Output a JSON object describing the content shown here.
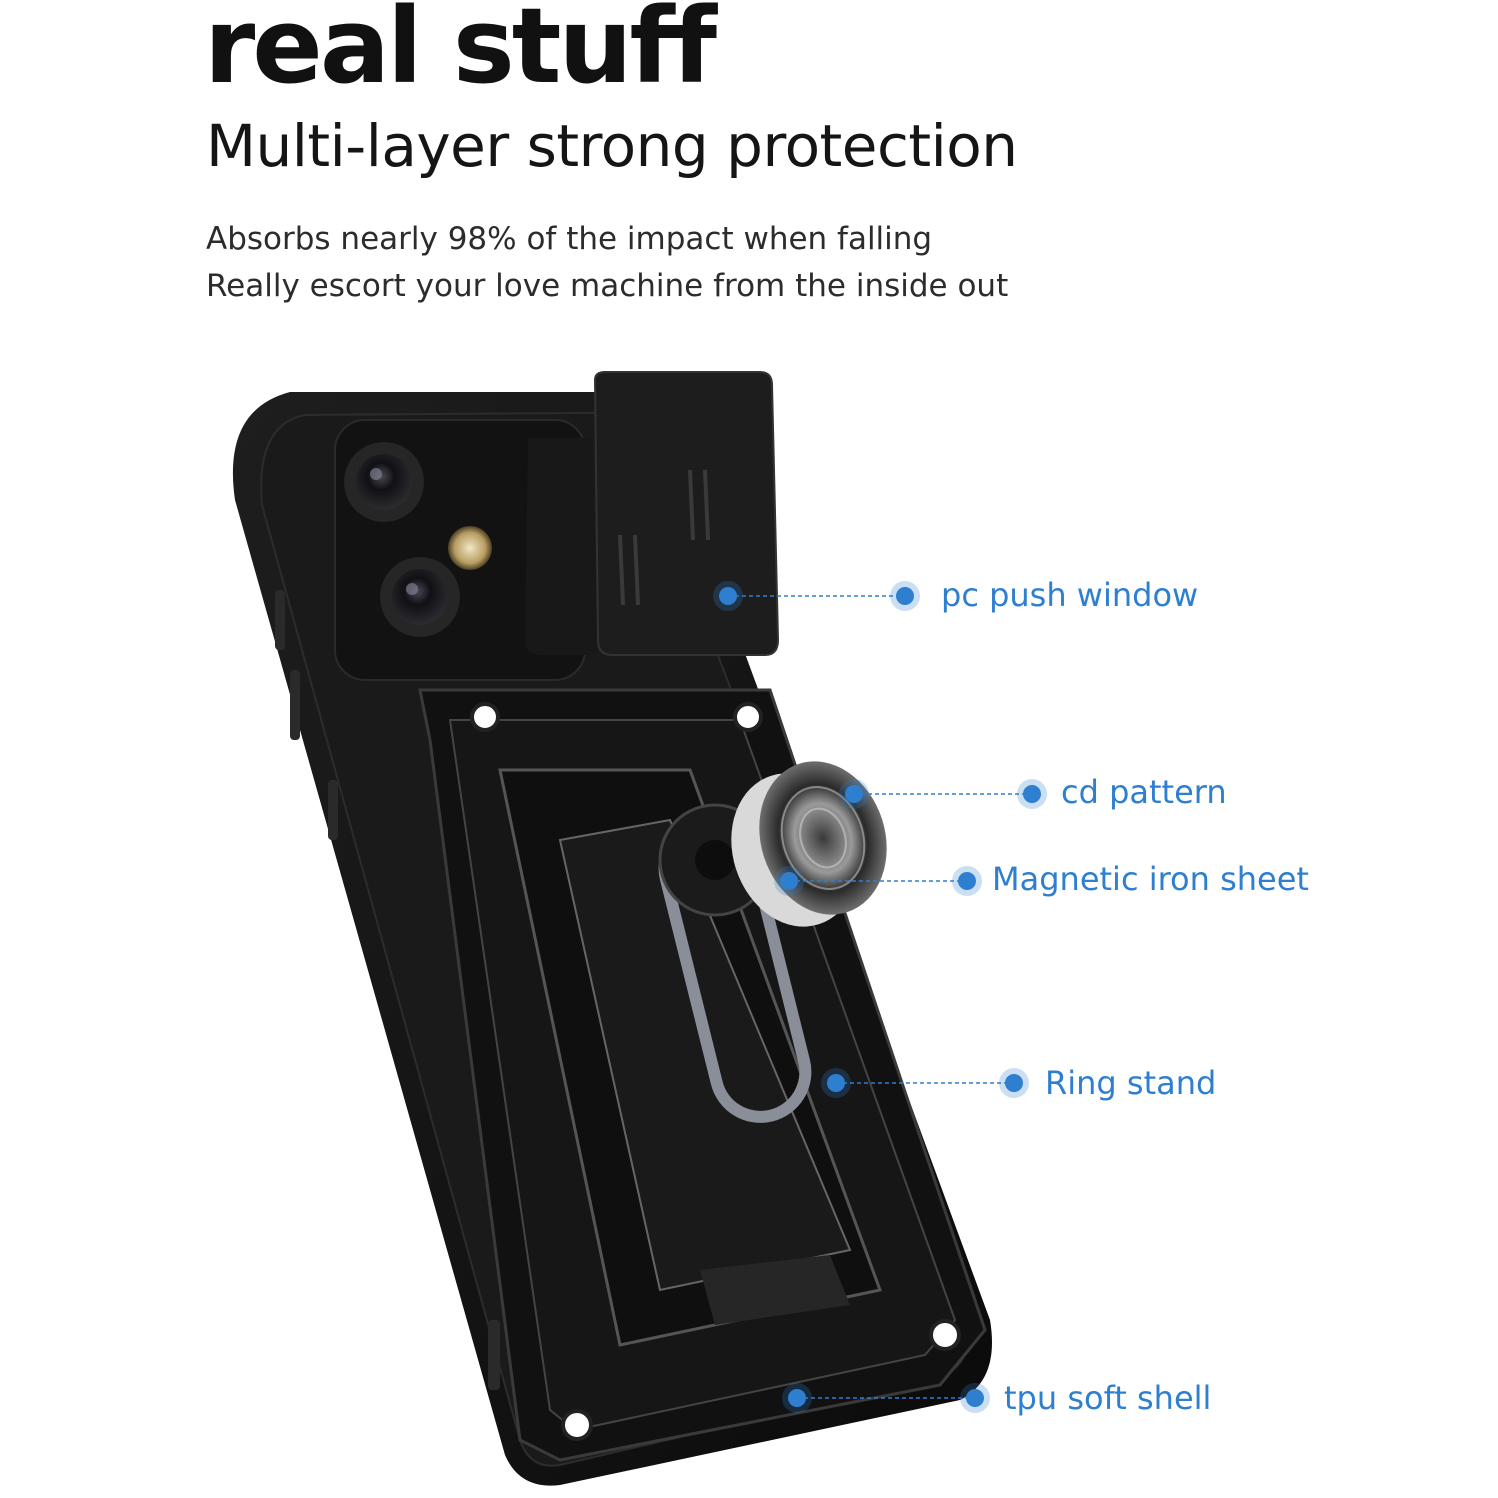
{
  "header": {
    "title": "real stuff",
    "subtitle": "Multi-layer strong protection",
    "lines": [
      "Absorbs nearly 98% of the impact when falling",
      "Really escort your love machine from the inside out"
    ]
  },
  "callouts": [
    {
      "label": "pc push window"
    },
    {
      "label": "cd pattern"
    },
    {
      "label": "Magnetic iron sheet"
    },
    {
      "label": "Ring stand"
    },
    {
      "label": "tpu soft shell"
    }
  ],
  "colors": {
    "accent": "#2e7fd0",
    "case": "#141414",
    "text": "#111111"
  }
}
